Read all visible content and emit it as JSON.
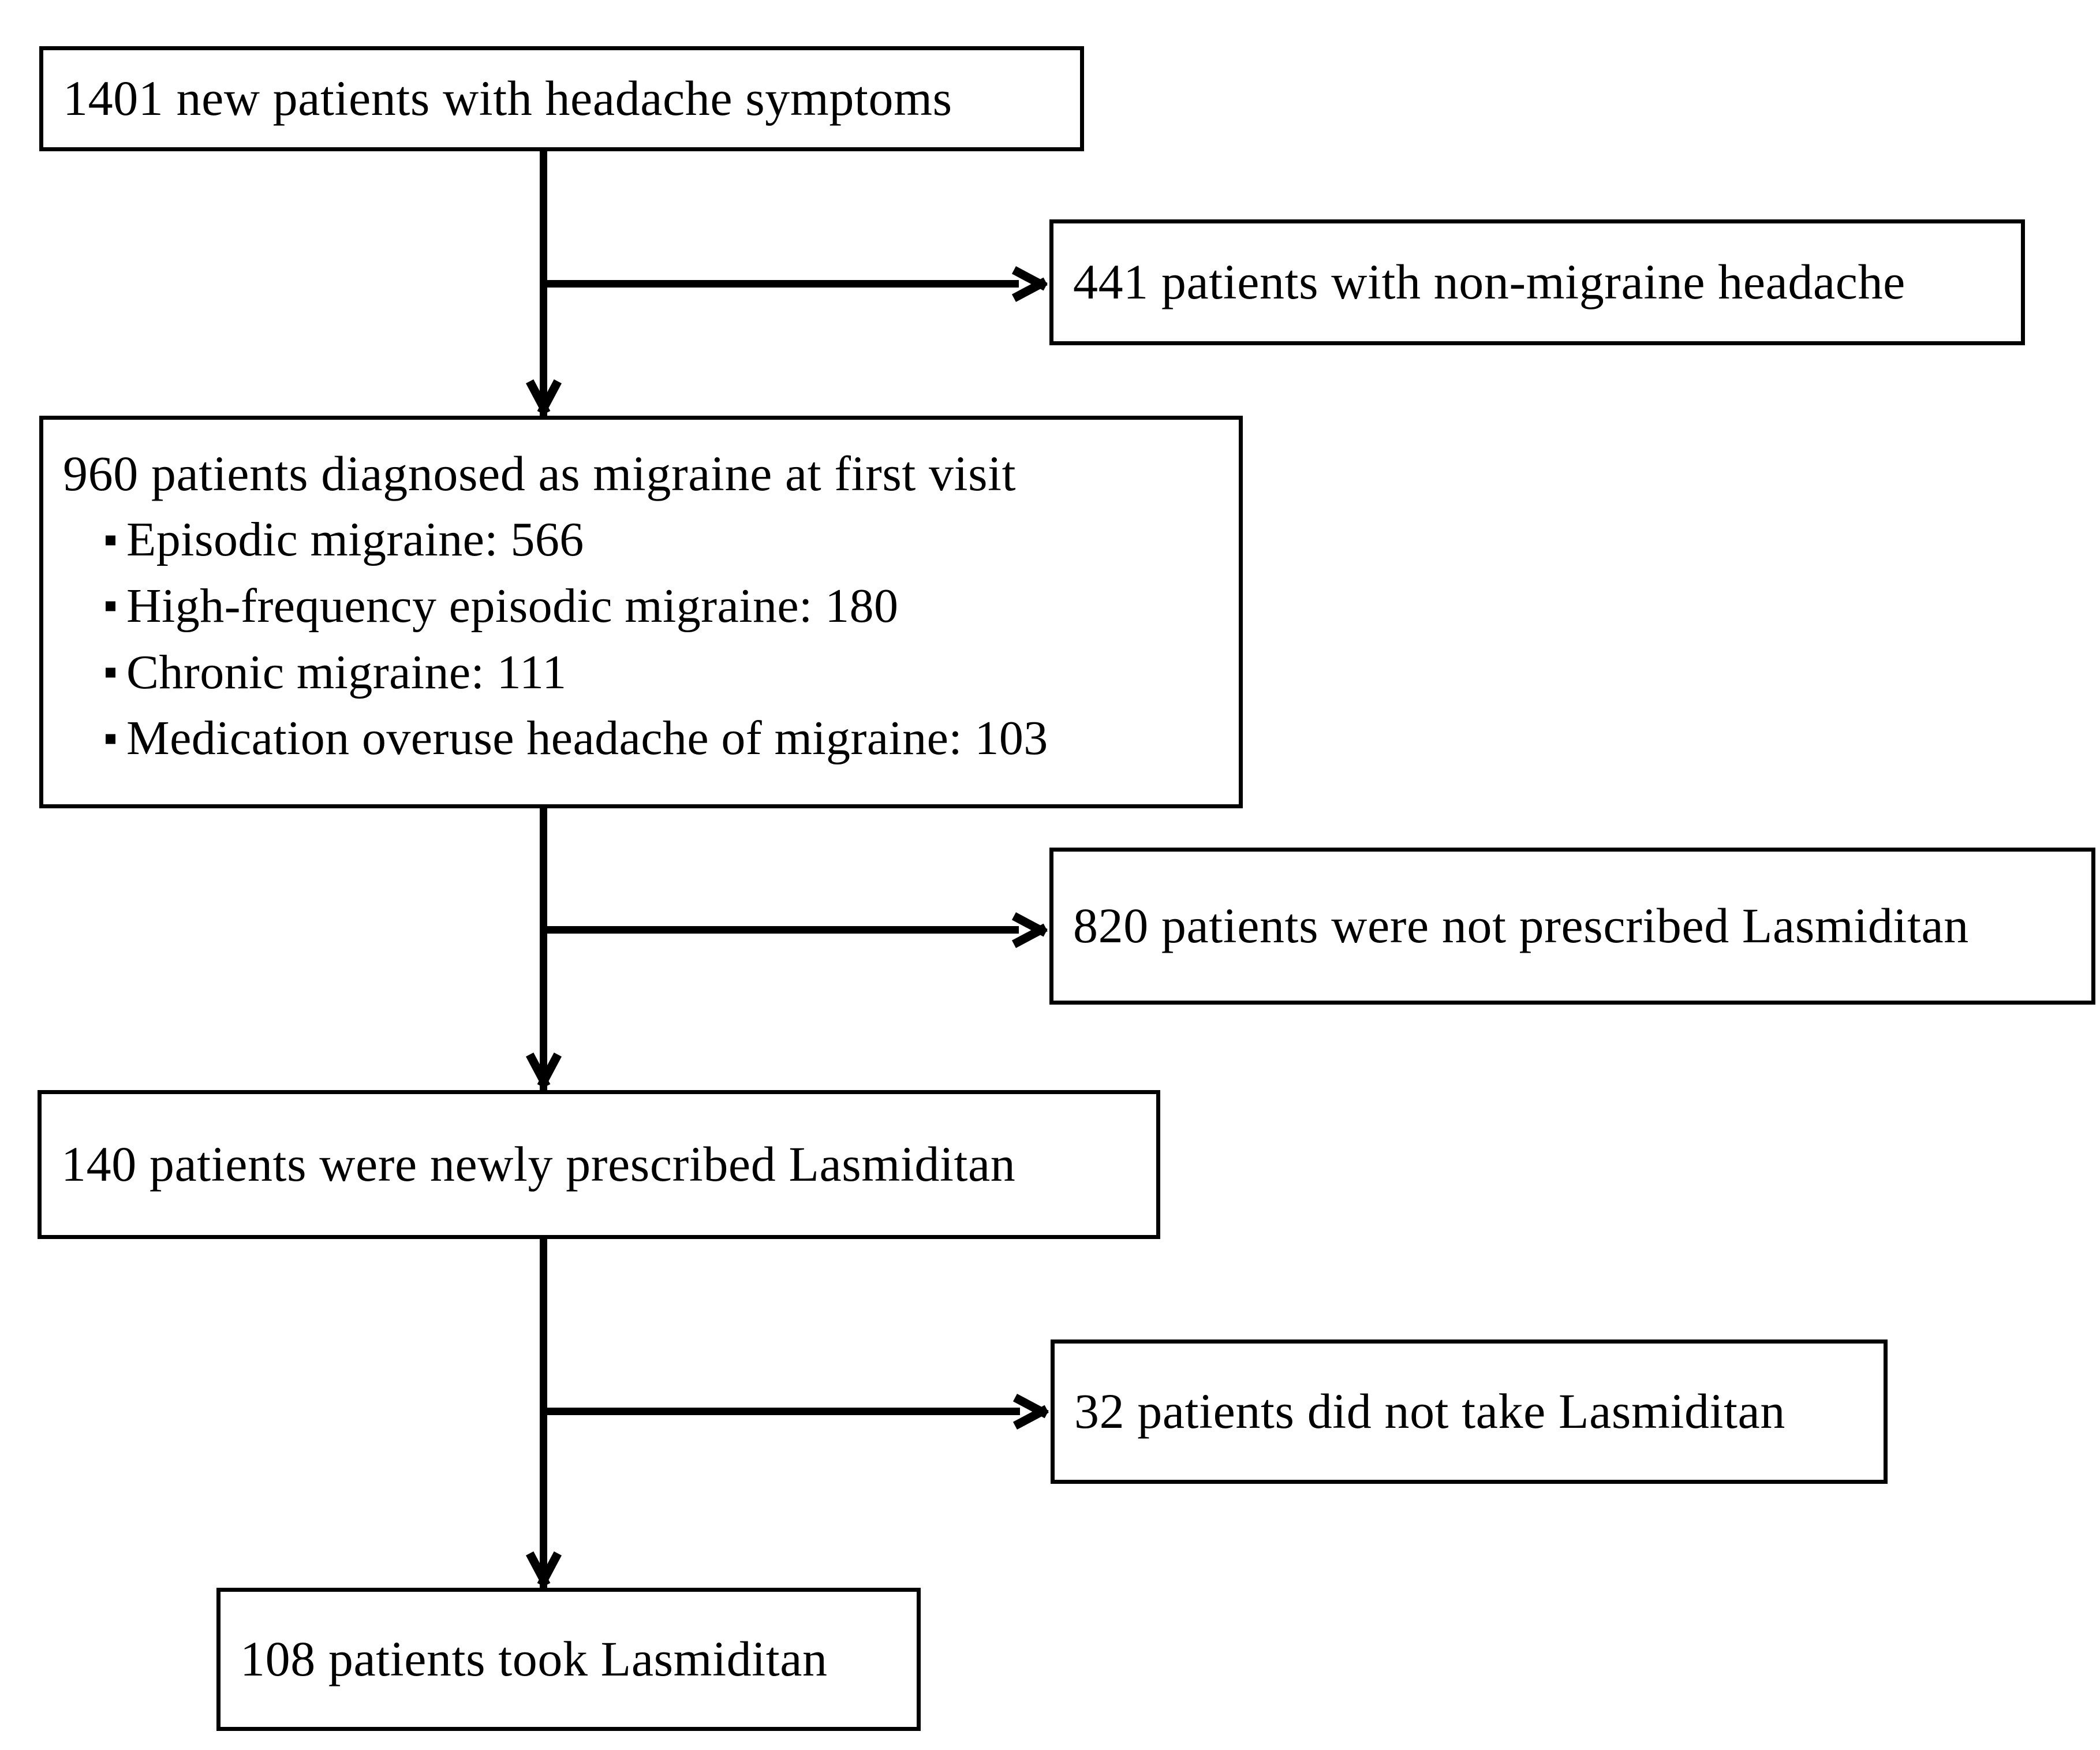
{
  "diagram": {
    "type": "patient-flow-chart",
    "nodes": [
      {
        "id": "enrolled",
        "label": "1401 new patients with headache symptoms",
        "count": 1401
      },
      {
        "id": "non-migraine",
        "label": "441 patients with non-migraine headache",
        "count": 441
      },
      {
        "id": "migraine-diagnosed",
        "label": "960 patients diagnosed as migraine at first visit",
        "count": 960,
        "subitems": [
          {
            "label": "Episodic migraine: 566",
            "count": 566
          },
          {
            "label": "High-frequency episodic migraine: 180",
            "count": 180
          },
          {
            "label": "Chronic migraine: 111",
            "count": 111
          },
          {
            "label": "Medication overuse headache of migraine: 103",
            "count": 103
          }
        ]
      },
      {
        "id": "not-prescribed",
        "label": "820 patients were not prescribed Lasmiditan",
        "count": 820
      },
      {
        "id": "newly-prescribed",
        "label": "140 patients were newly prescribed Lasmiditan",
        "count": 140
      },
      {
        "id": "did-not-take",
        "label": "32 patients did not take Lasmiditan",
        "count": 32
      },
      {
        "id": "took-lasmiditan",
        "label": "108 patients took Lasmiditan",
        "count": 108
      }
    ],
    "colors": {
      "stroke": "#000000",
      "fill": "#ffffff",
      "text": "#000000"
    }
  }
}
